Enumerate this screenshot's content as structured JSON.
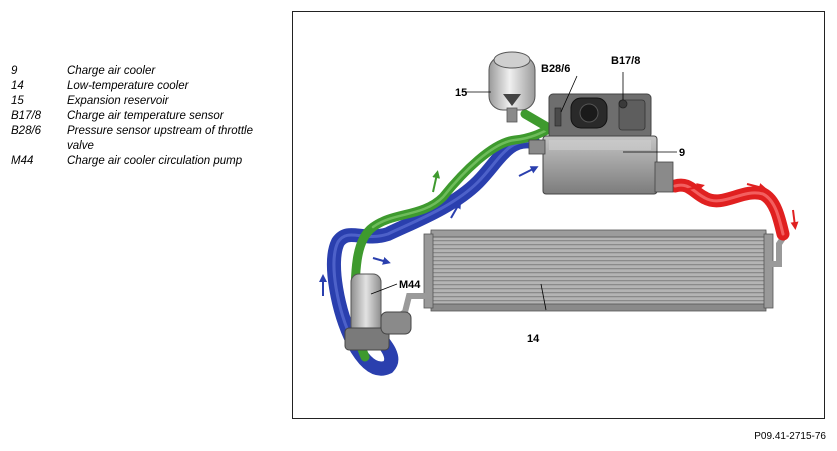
{
  "legend": [
    {
      "code": "9",
      "desc": "Charge air cooler"
    },
    {
      "code": "14",
      "desc": "Low-temperature cooler"
    },
    {
      "code": "15",
      "desc": "Expansion reservoir"
    },
    {
      "code": "B17/8",
      "desc": "Charge air temperature sensor"
    },
    {
      "code": "B28/6",
      "desc": "Pressure sensor upstream of throttle valve"
    },
    {
      "code": "M44",
      "desc": "Charge air cooler circulation pump"
    }
  ],
  "callouts": {
    "c15": "15",
    "cB286": "B28/6",
    "cB178": "B17/8",
    "c9": "9",
    "cM44": "M44",
    "c14": "14"
  },
  "reference": "P09.41-2715-76",
  "colors": {
    "coolant_cold": "#2a3fae",
    "coolant_return": "#3e9a2e",
    "charge_air_hot": "#e02020"
  }
}
